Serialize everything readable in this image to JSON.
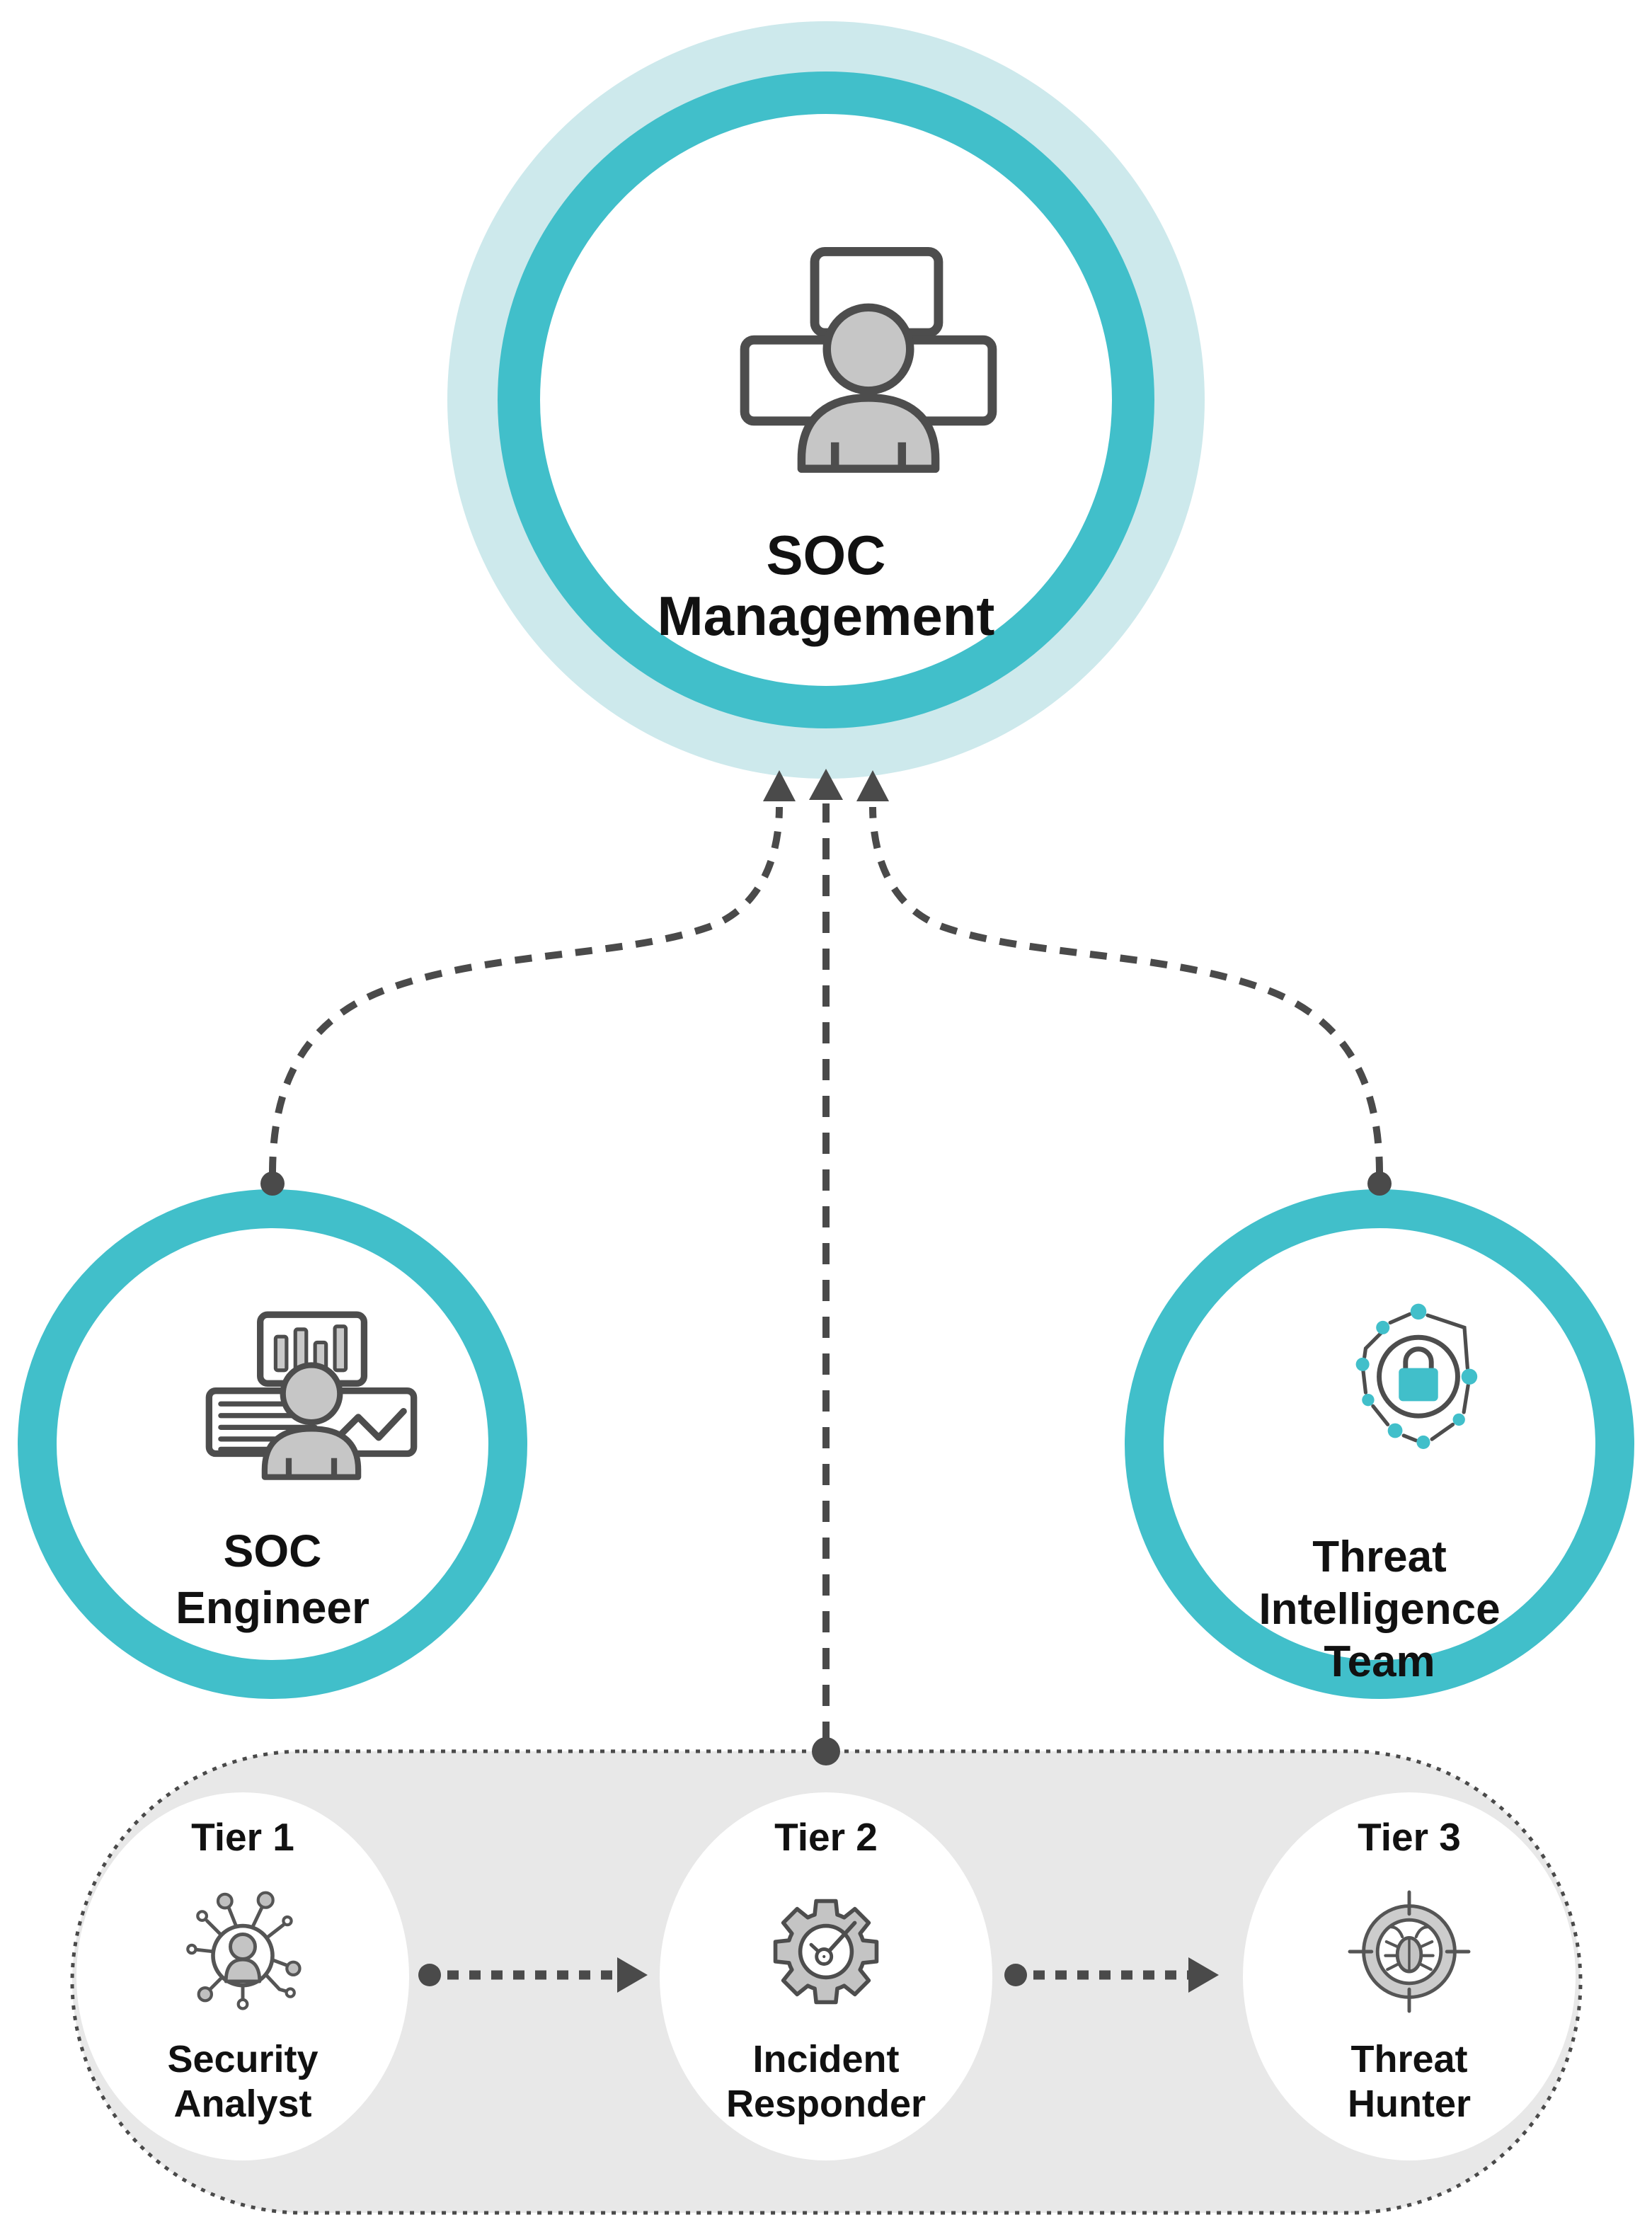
{
  "nodes": {
    "soc_management": {
      "label": "SOC\nManagement"
    },
    "soc_engineer": {
      "label": "SOC\nEngineer"
    },
    "threat_intelligence": {
      "label": "Threat\nIntelligence\nTeam"
    },
    "tier1": {
      "tier": "Tier 1",
      "role": "Security\nAnalyst"
    },
    "tier2": {
      "tier": "Tier 2",
      "role": "Incident\nResponder"
    },
    "tier3": {
      "tier": "Tier 3",
      "role": "Threat\nHunter"
    }
  },
  "icons": {
    "soc_management": "team-monitors-icon",
    "soc_engineer": "analyst-dashboard-icon",
    "threat_intelligence": "shield-lock-network-icon",
    "tier1": "person-network-icon",
    "tier2": "gear-stopwatch-icon",
    "tier3": "bug-target-icon"
  },
  "edges": [
    {
      "from": "soc_engineer",
      "to": "soc_management",
      "style": "dashed-arrow"
    },
    {
      "from": "tier_row",
      "to": "soc_management",
      "style": "dashed-arrow"
    },
    {
      "from": "threat_intelligence",
      "to": "soc_management",
      "style": "dashed-arrow"
    },
    {
      "from": "tier1",
      "to": "tier2",
      "style": "dashed-arrow"
    },
    {
      "from": "tier2",
      "to": "tier3",
      "style": "dashed-arrow"
    }
  ],
  "colors": {
    "teal": "#41bfca",
    "teal_halo": "#cde9ec",
    "container_fill": "#e8e8e8",
    "connector": "#4a4a4a",
    "icon_stroke": "#4d4d4d",
    "icon_gray_fill": "#c6c6c6",
    "text": "#111111",
    "node_background": "#ffffff"
  }
}
